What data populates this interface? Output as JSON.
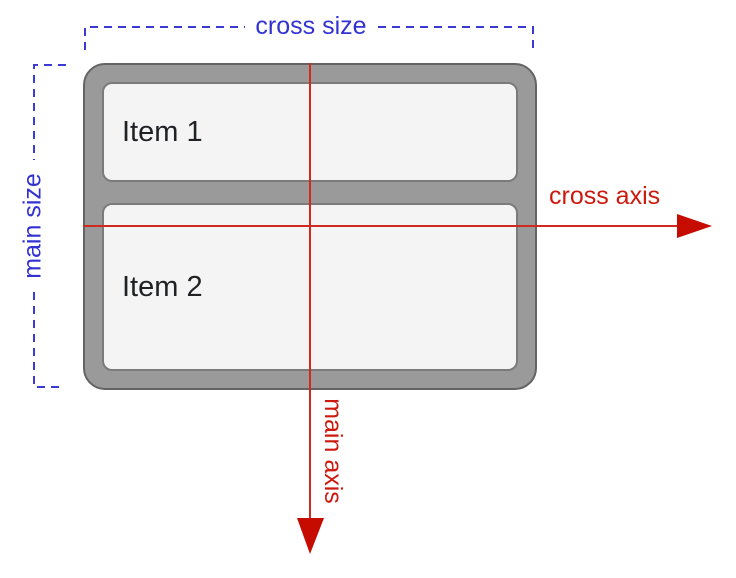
{
  "flex_container": {
    "items": [
      {
        "label": "Item 1"
      },
      {
        "label": "Item 2"
      }
    ]
  },
  "annotations": {
    "cross_size": "cross size",
    "main_size": "main size",
    "cross_axis": "cross axis",
    "main_axis": "main axis"
  },
  "colors": {
    "annotation_blue": "#3232d2",
    "axis_red": "#cc1a0e",
    "arrow_red": "#c60b00",
    "container_fill": "#9a9a9a",
    "container_border": "#646464",
    "item_fill": "#f4f4f4",
    "item_border": "#7b7b7b",
    "item_text": "#202124"
  }
}
